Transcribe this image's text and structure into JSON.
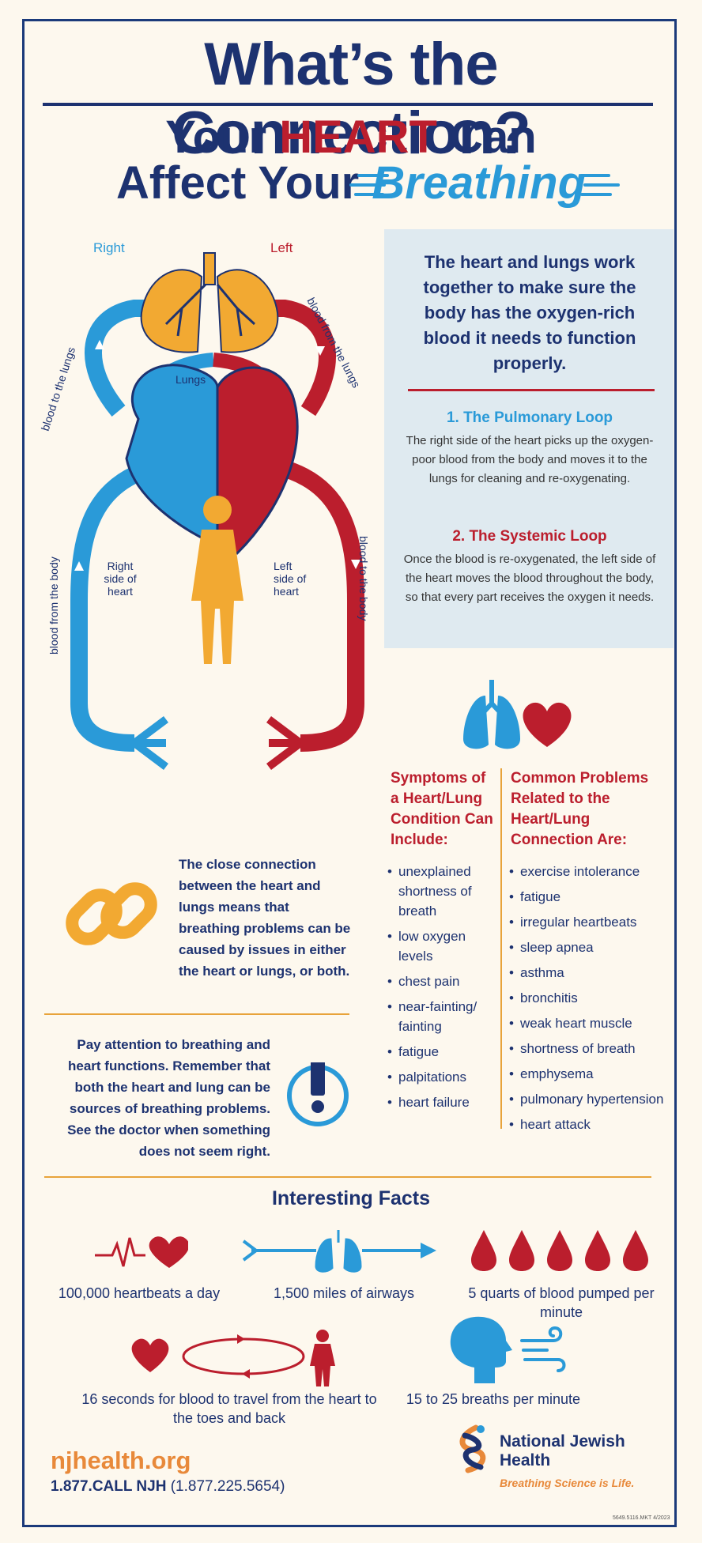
{
  "title": "What’s the Connection?",
  "subtitle": {
    "part1": "Your",
    "part2": "HEART",
    "part3": "Can",
    "part4": "Affect Your",
    "part5": "Breathing"
  },
  "diagram": {
    "right_label": "Right",
    "left_label": "Left",
    "lungs_label": "Lungs",
    "blood_to_lungs": "blood to the lungs",
    "blood_from_lungs": "blood from the lungs",
    "blood_from_body": "blood from the body",
    "blood_to_body": "blood to the body",
    "right_heart_1": "Right",
    "right_heart_2": "side of",
    "right_heart_3": "heart",
    "left_heart_1": "Left",
    "left_heart_2": "side of",
    "left_heart_3": "heart"
  },
  "info": {
    "intro": "The heart and lungs work together to make sure the body has the oxygen-rich blood it needs to function properly.",
    "loop1_title": "1. The Pulmonary Loop",
    "loop1_body": "The right side of the heart picks up the oxygen-poor blood from the body and moves it to the lungs for cleaning and re-oxygenating.",
    "loop2_title": "2. The Systemic Loop",
    "loop2_body": "Once the blood is re-oxygenated, the left side of the heart moves the blood throughout the body, so that every part receives the oxygen it needs."
  },
  "symptoms": {
    "heading": "Symptoms of a Heart/Lung Condition Can Include:",
    "items": [
      "unexplained shortness of breath",
      "low oxygen levels",
      "chest pain",
      "near-fainting/ fainting",
      "fatigue",
      "palpitations",
      "heart failure"
    ]
  },
  "problems": {
    "heading": "Common Problems Related to the Heart/Lung Connection Are:",
    "items": [
      "exercise intolerance",
      "fatigue",
      "irregular heartbeats",
      "sleep apnea",
      "asthma",
      "bronchitis",
      "weak heart muscle",
      "shortness of breath",
      "emphysema",
      "pulmonary hypertension",
      "heart attack"
    ]
  },
  "connection_text": "The close connection between the heart and lungs means that breathing problems can be caused by issues in either the heart or lungs, or both.",
  "attention_text": "Pay attention to breathing and heart functions. Remember that both the heart and lung can be sources of breathing problems. See the doctor when something does not seem right.",
  "facts": {
    "title": "Interesting Facts",
    "f1": "100,000 heartbeats a day",
    "f2": "1,500 miles of airways",
    "f3": "5 quarts of blood pumped per minute",
    "f4": "16 seconds for blood to travel from the heart to the toes and back",
    "f5": "15 to 25 breaths per minute"
  },
  "footer": {
    "url": "njhealth.org",
    "phone_bold": "1.877.CALL NJH",
    "phone_num": "(1.877.225.5654)",
    "org_line1": "National Jewish",
    "org_line2": "Health",
    "tagline": "Breathing Science is Life.",
    "code": "5649.5116.MKT 4/2023"
  },
  "colors": {
    "navy": "#1d3270",
    "red": "#bb1e2d",
    "blue": "#2a9ad8",
    "orange": "#e8893a",
    "background": "#fdf8ee"
  }
}
